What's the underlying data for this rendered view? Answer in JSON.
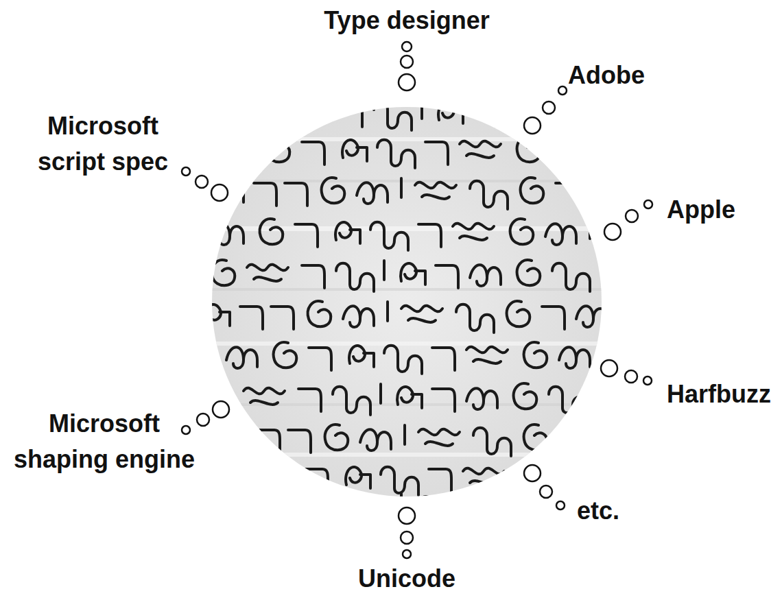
{
  "diagram": {
    "labels": [
      "Type designer",
      "Adobe",
      "Microsoft script spec",
      "Apple",
      "Harfbuzz",
      "Microsoft shaping engine",
      "etc.",
      "Unicode"
    ]
  }
}
